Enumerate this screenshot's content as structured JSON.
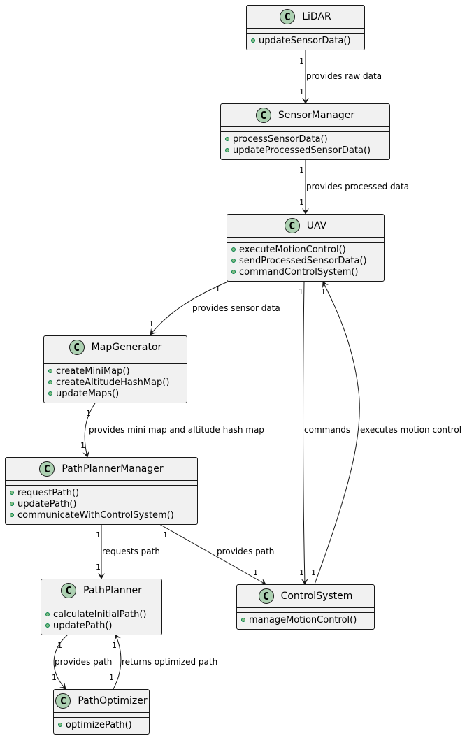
{
  "classes": {
    "lidar": {
      "badge": "C",
      "name": "LiDAR",
      "methods": [
        "updateSensorData()"
      ]
    },
    "sensor_manager": {
      "badge": "C",
      "name": "SensorManager",
      "methods": [
        "processSensorData()",
        "updateProcessedSensorData()"
      ]
    },
    "uav": {
      "badge": "C",
      "name": "UAV",
      "methods": [
        "executeMotionControl()",
        "sendProcessedSensorData()",
        "commandControlSystem()"
      ]
    },
    "map_generator": {
      "badge": "C",
      "name": "MapGenerator",
      "methods": [
        "createMiniMap()",
        "createAltitudeHashMap()",
        "updateMaps()"
      ]
    },
    "path_planner_manager": {
      "badge": "C",
      "name": "PathPlannerManager",
      "methods": [
        "requestPath()",
        "updatePath()",
        "communicateWithControlSystem()"
      ]
    },
    "path_planner": {
      "badge": "C",
      "name": "PathPlanner",
      "methods": [
        "calculateInitialPath()",
        "updatePath()"
      ]
    },
    "control_system": {
      "badge": "C",
      "name": "ControlSystem",
      "methods": [
        "manageMotionControl()"
      ]
    },
    "path_optimizer": {
      "badge": "C",
      "name": "PathOptimizer",
      "methods": [
        "optimizePath()"
      ]
    }
  },
  "relations": [
    {
      "from": "LiDAR",
      "to": "SensorManager",
      "label": "provides raw data",
      "from_mult": "1",
      "to_mult": "1"
    },
    {
      "from": "SensorManager",
      "to": "UAV",
      "label": "provides processed data",
      "from_mult": "1",
      "to_mult": "1"
    },
    {
      "from": "UAV",
      "to": "MapGenerator",
      "label": "provides sensor data",
      "from_mult": "1",
      "to_mult": "1"
    },
    {
      "from": "UAV",
      "to": "ControlSystem",
      "label": "commands",
      "from_mult": "1",
      "to_mult": "1"
    },
    {
      "from": "ControlSystem",
      "to": "UAV",
      "label": "executes motion control",
      "from_mult": "1",
      "to_mult": "1"
    },
    {
      "from": "MapGenerator",
      "to": "PathPlannerManager",
      "label": "provides mini map and altitude hash map",
      "from_mult": "1",
      "to_mult": "1"
    },
    {
      "from": "PathPlannerManager",
      "to": "PathPlanner",
      "label": "requests path",
      "from_mult": "1",
      "to_mult": "1"
    },
    {
      "from": "PathPlannerManager",
      "to": "ControlSystem",
      "label": "provides path",
      "from_mult": "1",
      "to_mult": "1"
    },
    {
      "from": "PathPlanner",
      "to": "PathOptimizer",
      "label": "provides path",
      "from_mult": "1",
      "to_mult": "1"
    },
    {
      "from": "PathOptimizer",
      "to": "PathPlanner",
      "label": "returns optimized path",
      "from_mult": "1",
      "to_mult": "1"
    }
  ],
  "colors": {
    "class_fill": "#f1f1f1",
    "border": "#181818",
    "badge_fill": "#add1b2",
    "method_dot_fill": "#84be84",
    "method_dot_border": "#038048"
  }
}
